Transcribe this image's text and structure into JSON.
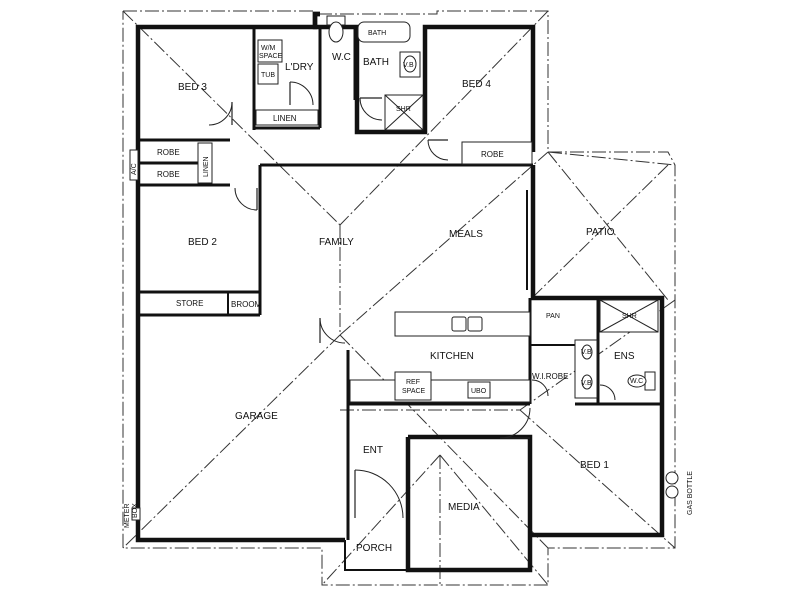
{
  "rooms": {
    "bed3": "BED 3",
    "wm_space_line1": "W/M",
    "wm_space_line2": "SPACE",
    "tub": "TUB",
    "laundry": "L'DRY",
    "wc_main": "W.C",
    "bath_tub": "BATH",
    "bath": "BATH",
    "vb_bath": "V.B",
    "shr_bath": "SHR",
    "bed4": "BED 4",
    "linen_laundry": "LINEN",
    "robe_bed3": "ROBE",
    "robe_bed2": "ROBE",
    "linen_hall": "LINEN",
    "robe_bed4": "ROBE",
    "ac": "A/C",
    "bed2": "BED 2",
    "family": "FAMILY",
    "meals": "MEALS",
    "patio": "PATIO",
    "store": "STORE",
    "broom": "BROOM",
    "pan": "PAN",
    "shr_ens": "SHR",
    "kitchen": "KITCHEN",
    "vb_ens_1": "V.B",
    "ens": "ENS",
    "wi_robe": "W.I.ROBE",
    "vb_ens_2": "V.B",
    "wc_ens": "W.C",
    "ref_space_line1": "REF",
    "ref_space_line2": "SPACE",
    "ubo": "UBO",
    "garage": "GARAGE",
    "ent": "ENT",
    "bed1": "BED 1",
    "gas_bottle": "GAS BOTTLE",
    "meter_box_line1": "METER",
    "meter_box_line2": "BOX",
    "media": "MEDIA",
    "porch": "PORCH"
  }
}
